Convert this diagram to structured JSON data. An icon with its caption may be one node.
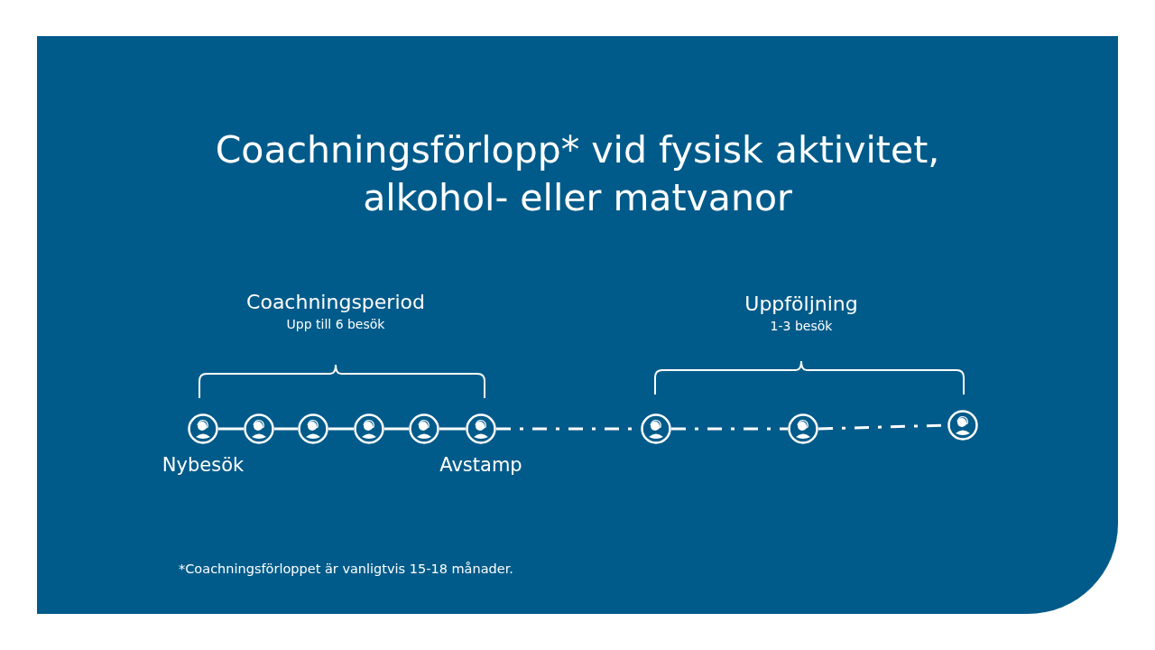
{
  "diagram": {
    "title": "Coachningsförlopp* vid fysisk aktivitet, alkohol- eller matvanor",
    "nodes": [
      {
        "text": [],
        "shape": "circle",
        "beside": [
          "Nybesök"
        ]
      },
      {
        "text": [],
        "shape": "circle"
      },
      {
        "text": [],
        "shape": "circle"
      },
      {
        "text": [],
        "shape": "circle"
      },
      {
        "text": [],
        "shape": "circle"
      },
      {
        "text": [],
        "shape": "circle",
        "beside": [
          "Avstamp"
        ]
      },
      {
        "text": [],
        "shape": "circle"
      },
      {
        "text": [],
        "shape": "circle"
      },
      {
        "text": [],
        "shape": "circle"
      }
    ],
    "edges": [
      {
        "from": 0,
        "to": 1,
        "arrow": "none"
      },
      {
        "from": 1,
        "to": 2,
        "arrow": "none"
      },
      {
        "from": 2,
        "to": 3,
        "arrow": "none"
      },
      {
        "from": 3,
        "to": 4,
        "arrow": "none"
      },
      {
        "from": 4,
        "to": 5,
        "arrow": "none"
      },
      {
        "from": 5,
        "to": 6,
        "arrow": "none",
        "style": "dashed"
      },
      {
        "from": 6,
        "to": 7,
        "arrow": "none",
        "style": "dashed"
      },
      {
        "from": 7,
        "to": 8,
        "arrow": "none",
        "style": "dashed"
      }
    ],
    "labels": [
      "Coachningsperiod",
      "Upp till 6 besök",
      "Uppföljning",
      "1-3 besök",
      "*Coachningsförloppet är vanligtvis 15-18 månader."
    ]
  }
}
